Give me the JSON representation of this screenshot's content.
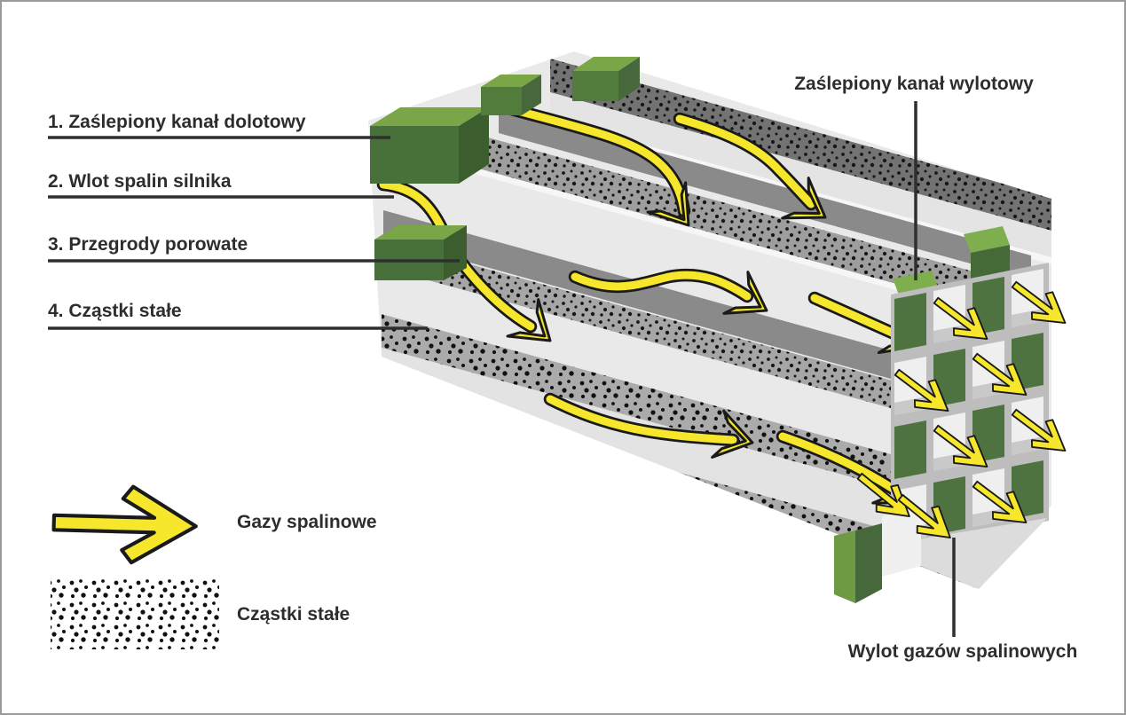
{
  "callouts": {
    "blocked_inlet": "1. Zaślepiony kanał dolotowy",
    "exhaust_inlet": "2. Wlot spalin silnika",
    "porous_walls": "3. Przegrody porowate",
    "soot_particles": "4. Cząstki stałe",
    "blocked_outlet": "Zaślepiony kanał wylotowy",
    "exhaust_outlet": "Wylot gazów spalinowych"
  },
  "legend": {
    "gas_flow": "Gazy spalinowe",
    "particulates": "Cząstki stałe"
  },
  "colors": {
    "arrow_yellow": "#f6e72c",
    "outline": "#1a1a1a",
    "plug_green_light": "#7aa647",
    "plug_green_dark": "#48703a",
    "face_green": "#4f7340",
    "wall_gray": "#8a8a8a",
    "slab_light": "#e9e9e9",
    "text": "#2d2d2d"
  }
}
